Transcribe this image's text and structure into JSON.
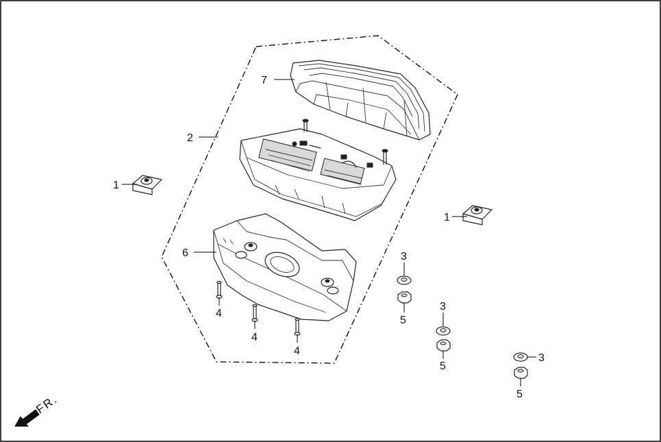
{
  "callouts": {
    "c1a": "1",
    "c1b": "1",
    "c2": "2",
    "c3a": "3",
    "c3b": "3",
    "c3c": "3",
    "c4a": "4",
    "c4b": "4",
    "c4c": "4",
    "c5a": "5",
    "c5b": "5",
    "c5c": "5",
    "c6": "6",
    "c7": "7"
  },
  "direction_label": "FR."
}
